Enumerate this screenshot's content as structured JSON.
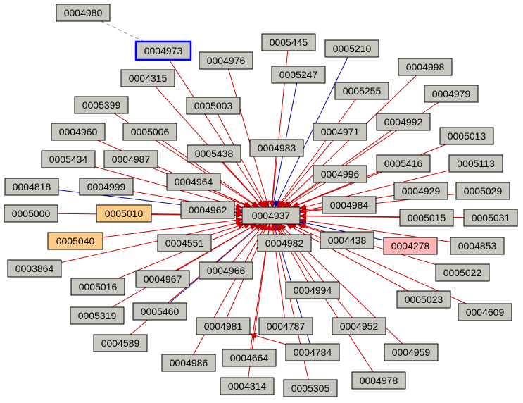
{
  "colors": {
    "node_fill": "#c8c8c0",
    "node_stroke": "#000000",
    "highlight_stroke": "#0000ff",
    "orange_fill": "#ffcc88",
    "pink_fill": "#ffb6b6",
    "edge_red": "#cc0000",
    "edge_blue": "#0000aa",
    "edge_dashed": "#888888"
  },
  "center": "0004937",
  "nodes": [
    {
      "id": "0004980",
      "style": "normal"
    },
    {
      "id": "0004973",
      "style": "highlight"
    },
    {
      "id": "0005445",
      "style": "normal"
    },
    {
      "id": "0005210",
      "style": "normal"
    },
    {
      "id": "0004976",
      "style": "normal"
    },
    {
      "id": "0005247",
      "style": "normal"
    },
    {
      "id": "0004998",
      "style": "normal"
    },
    {
      "id": "0004315",
      "style": "normal"
    },
    {
      "id": "0005255",
      "style": "normal"
    },
    {
      "id": "0004979",
      "style": "normal"
    },
    {
      "id": "0005399",
      "style": "normal"
    },
    {
      "id": "0005003",
      "style": "normal"
    },
    {
      "id": "0004992",
      "style": "normal"
    },
    {
      "id": "0004960",
      "style": "normal"
    },
    {
      "id": "0005006",
      "style": "normal"
    },
    {
      "id": "0004971",
      "style": "normal"
    },
    {
      "id": "0005013",
      "style": "normal"
    },
    {
      "id": "0004983",
      "style": "normal"
    },
    {
      "id": "0005434",
      "style": "normal"
    },
    {
      "id": "0004987",
      "style": "normal"
    },
    {
      "id": "0005438",
      "style": "normal"
    },
    {
      "id": "0005416",
      "style": "normal"
    },
    {
      "id": "0005113",
      "style": "normal"
    },
    {
      "id": "0004996",
      "style": "normal"
    },
    {
      "id": "0004818",
      "style": "normal"
    },
    {
      "id": "0004999",
      "style": "normal"
    },
    {
      "id": "0004964",
      "style": "normal"
    },
    {
      "id": "0004929",
      "style": "normal"
    },
    {
      "id": "0005029",
      "style": "normal"
    },
    {
      "id": "0004984",
      "style": "normal"
    },
    {
      "id": "0005000",
      "style": "normal"
    },
    {
      "id": "0005010",
      "style": "orange"
    },
    {
      "id": "0004962",
      "style": "normal"
    },
    {
      "id": "0004937",
      "style": "normal"
    },
    {
      "id": "0005015",
      "style": "normal"
    },
    {
      "id": "0005031",
      "style": "normal"
    },
    {
      "id": "0005040",
      "style": "orange"
    },
    {
      "id": "0004551",
      "style": "normal"
    },
    {
      "id": "0004982",
      "style": "normal"
    },
    {
      "id": "0004438",
      "style": "normal"
    },
    {
      "id": "0004278",
      "style": "pink"
    },
    {
      "id": "0004853",
      "style": "normal"
    },
    {
      "id": "0003864",
      "style": "normal"
    },
    {
      "id": "0004966",
      "style": "normal"
    },
    {
      "id": "0005022",
      "style": "normal"
    },
    {
      "id": "0004967",
      "style": "normal"
    },
    {
      "id": "0005016",
      "style": "normal"
    },
    {
      "id": "0004994",
      "style": "normal"
    },
    {
      "id": "0005023",
      "style": "normal"
    },
    {
      "id": "0004609",
      "style": "normal"
    },
    {
      "id": "0005319",
      "style": "normal"
    },
    {
      "id": "0005460",
      "style": "normal"
    },
    {
      "id": "0004981",
      "style": "normal"
    },
    {
      "id": "0004787",
      "style": "normal"
    },
    {
      "id": "0004952",
      "style": "normal"
    },
    {
      "id": "0004589",
      "style": "normal"
    },
    {
      "id": "0004784",
      "style": "normal"
    },
    {
      "id": "0004959",
      "style": "normal"
    },
    {
      "id": "0004986",
      "style": "normal"
    },
    {
      "id": "0004664",
      "style": "normal"
    },
    {
      "id": "0004978",
      "style": "normal"
    },
    {
      "id": "0004314",
      "style": "normal"
    },
    {
      "id": "0005305",
      "style": "normal"
    }
  ],
  "edges": [
    {
      "from": "0004980",
      "to": "0004973",
      "style": "dashed"
    },
    {
      "from": "0004973",
      "to": "0004937",
      "style": "red"
    },
    {
      "from": "0005445",
      "to": "0004937",
      "style": "red"
    },
    {
      "from": "0005210",
      "to": "0004937",
      "style": "blue"
    },
    {
      "from": "0004976",
      "to": "0004937",
      "style": "red"
    },
    {
      "from": "0005247",
      "to": "0004937",
      "style": "blue"
    },
    {
      "from": "0004998",
      "to": "0004937",
      "style": "red"
    },
    {
      "from": "0004315",
      "to": "0004937",
      "style": "red"
    },
    {
      "from": "0005255",
      "to": "0004937",
      "style": "red"
    },
    {
      "from": "0004979",
      "to": "0004937",
      "style": "red"
    },
    {
      "from": "0005399",
      "to": "0004937",
      "style": "red"
    },
    {
      "from": "0005003",
      "to": "0004937",
      "style": "red"
    },
    {
      "from": "0004992",
      "to": "0004937",
      "style": "red"
    },
    {
      "from": "0004960",
      "to": "0004937",
      "style": "red"
    },
    {
      "from": "0005006",
      "to": "0004937",
      "style": "red"
    },
    {
      "from": "0004971",
      "to": "0004937",
      "style": "red"
    },
    {
      "from": "0005013",
      "to": "0004937",
      "style": "red"
    },
    {
      "from": "0004983",
      "to": "0004937",
      "style": "red"
    },
    {
      "from": "0005434",
      "to": "0004937",
      "style": "red"
    },
    {
      "from": "0004987",
      "to": "0004937",
      "style": "red"
    },
    {
      "from": "0005438",
      "to": "0004937",
      "style": "red"
    },
    {
      "from": "0005416",
      "to": "0004937",
      "style": "red"
    },
    {
      "from": "0005113",
      "to": "0004937",
      "style": "red"
    },
    {
      "from": "0004996",
      "to": "0004937",
      "style": "red"
    },
    {
      "from": "0004818",
      "to": "0004937",
      "style": "blue"
    },
    {
      "from": "0004999",
      "to": "0004937",
      "style": "red"
    },
    {
      "from": "0004964",
      "to": "0004937",
      "style": "red"
    },
    {
      "from": "0004929",
      "to": "0004937",
      "style": "red"
    },
    {
      "from": "0005029",
      "to": "0004937",
      "style": "red"
    },
    {
      "from": "0004984",
      "to": "0004937",
      "style": "red"
    },
    {
      "from": "0005000",
      "to": "0004937",
      "style": "red"
    },
    {
      "from": "0005010",
      "to": "0004937",
      "style": "red"
    },
    {
      "from": "0004962",
      "to": "0004937",
      "style": "red"
    },
    {
      "from": "0005015",
      "to": "0004937",
      "style": "red"
    },
    {
      "from": "0005031",
      "to": "0004937",
      "style": "red"
    },
    {
      "from": "0005040",
      "to": "0004937",
      "style": "red"
    },
    {
      "from": "0004551",
      "to": "0004937",
      "style": "red"
    },
    {
      "from": "0004982",
      "to": "0004937",
      "style": "red"
    },
    {
      "from": "0004438",
      "to": "0004937",
      "style": "red"
    },
    {
      "from": "0004278",
      "to": "0004937",
      "style": "blue"
    },
    {
      "from": "0004853",
      "to": "0004937",
      "style": "red"
    },
    {
      "from": "0003864",
      "to": "0004937",
      "style": "red"
    },
    {
      "from": "0004966",
      "to": "0004937",
      "style": "red"
    },
    {
      "from": "0005022",
      "to": "0004937",
      "style": "red"
    },
    {
      "from": "0004967",
      "to": "0004937",
      "style": "red"
    },
    {
      "from": "0005016",
      "to": "0004937",
      "style": "red"
    },
    {
      "from": "0004994",
      "to": "0004937",
      "style": "red"
    },
    {
      "from": "0005023",
      "to": "0004937",
      "style": "red"
    },
    {
      "from": "0004609",
      "to": "0004937",
      "style": "red"
    },
    {
      "from": "0005319",
      "to": "0004937",
      "style": "red"
    },
    {
      "from": "0005460",
      "to": "0004937",
      "style": "blue"
    },
    {
      "from": "0004981",
      "to": "0004937",
      "style": "red"
    },
    {
      "from": "0004787",
      "to": "0004937",
      "style": "red"
    },
    {
      "from": "0004952",
      "to": "0004937",
      "style": "red"
    },
    {
      "from": "0004589",
      "to": "0004937",
      "style": "red"
    },
    {
      "from": "0004784",
      "to": "0004937",
      "style": "blue"
    },
    {
      "from": "0004959",
      "to": "0004937",
      "style": "red"
    },
    {
      "from": "0004986",
      "to": "0004937",
      "style": "red"
    },
    {
      "from": "0004664",
      "to": "0004937",
      "style": "red"
    },
    {
      "from": "0004978",
      "to": "0004937",
      "style": "red"
    },
    {
      "from": "0004314",
      "to": "0004937",
      "style": "red"
    },
    {
      "from": "0005305",
      "to": "0004937",
      "style": "red"
    },
    {
      "from": "0004784",
      "to": "0004981",
      "style": "red"
    }
  ]
}
